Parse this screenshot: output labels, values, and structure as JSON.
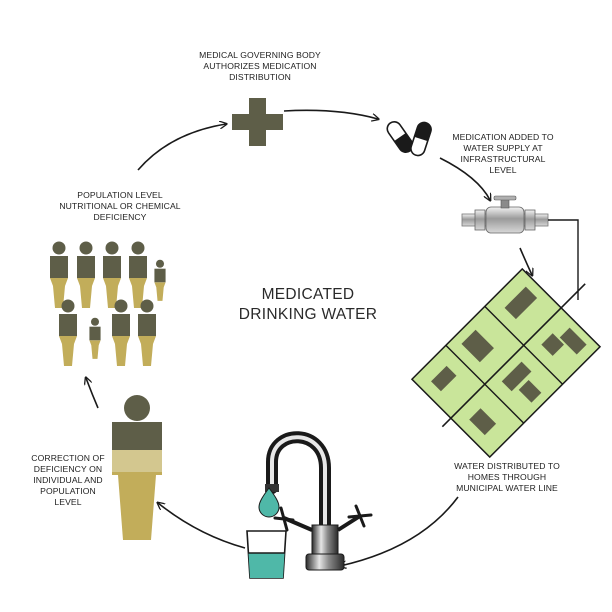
{
  "title": {
    "line1": "MEDICATED",
    "line2": "DRINKING WATER"
  },
  "steps": {
    "governing": {
      "line1": "MEDICAL  GOVERNING BODY",
      "line2": "AUTHORIZES MEDICATION",
      "line3": "DISTRIBUTION"
    },
    "added": {
      "line1": "MEDICATION ADDED TO",
      "line2": "WATER SUPPLY AT",
      "line3": "INFRASTRUCTURAL",
      "line4": "LEVEL"
    },
    "distributed": {
      "line1": "WATER DISTRIBUTED TO",
      "line2": "HOMES THROUGH",
      "line3": "MUNICIPAL WATER LINE"
    },
    "correction": {
      "line1": "CORRECTION OF",
      "line2": "DEFICIENCY ON",
      "line3": "INDIVIDUAL AND",
      "line4": "POPULATION",
      "line5": "LEVEL"
    },
    "population": {
      "line1": "POPULATION LEVEL",
      "line2": "NUTRITIONAL OR CHEMICAL",
      "line3": "DEFICIENCY"
    }
  },
  "icons": [
    "medical-cross-icon",
    "pills-icon",
    "pipe-valve-icon",
    "city-block-icon",
    "faucet-icon",
    "water-glass-icon",
    "person-icon",
    "population-icon"
  ],
  "colors": {
    "olive": "#5e5e48",
    "mustard": "#c2ad5a",
    "lime": "#c9e59a",
    "water": "#4fb8a8",
    "arrow": "#1a1a1a"
  }
}
